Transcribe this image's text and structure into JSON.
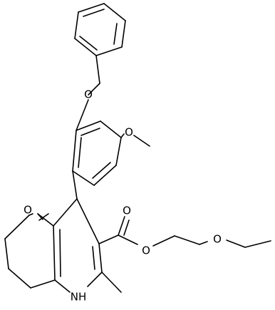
{
  "molecule": {
    "atom_labels": {
      "ether_oxygen": "O",
      "methoxy_oxygen": "O",
      "ketone_oxygen": "O",
      "carbonyl_oxygen": "O",
      "ester_oxygen": "O",
      "ethoxy_oxygen": "O",
      "amine": "NH"
    },
    "colors": {
      "bond": "#000000",
      "background": "#ffffff"
    }
  }
}
